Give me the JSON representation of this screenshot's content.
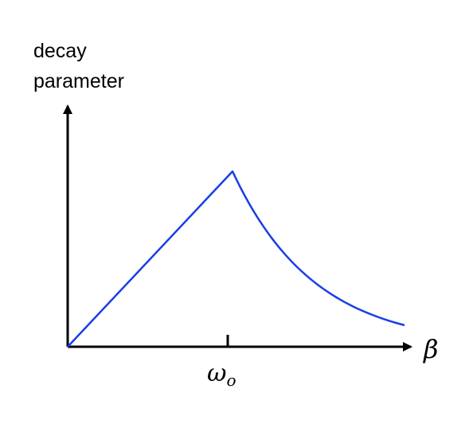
{
  "chart_data": {
    "type": "line",
    "title": "",
    "ylabel_lines": [
      "decay",
      "parameter"
    ],
    "xlabel": "β",
    "x_tick_label": "ω",
    "x_tick_subscript": "o",
    "axis_ticks_numeric": false,
    "grid": false,
    "legend": "none",
    "line_color": "#1a3ee8",
    "axis_color": "#000000",
    "series": [
      {
        "shape": "linear rise to a peak at the tick, then decay approaching zero",
        "points": [
          {
            "x": 0,
            "y": 0
          },
          {
            "x": 1,
            "y": 1
          }
        ]
      }
    ]
  }
}
